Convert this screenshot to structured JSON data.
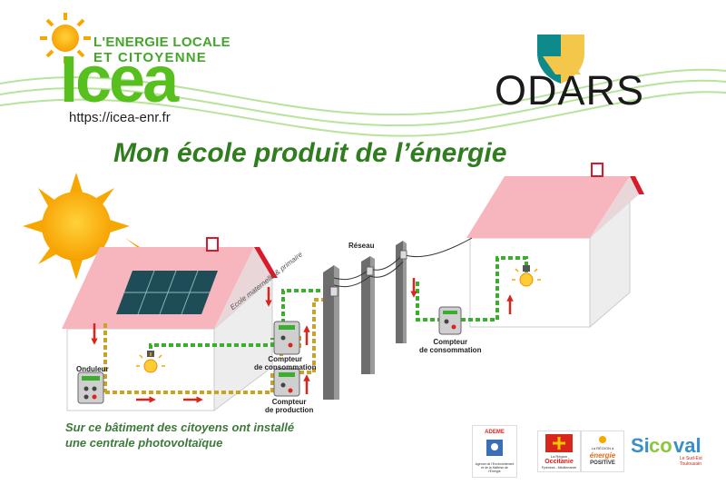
{
  "header": {
    "tagline_line1": "L'ENERGIE LOCALE",
    "tagline_line2": "ET CITOYENNE",
    "brand": "Icea",
    "url": "https://icea-enr.fr",
    "partner": "ODARS"
  },
  "title": "Mon école produit de l’énergie",
  "school_sign": "Ecole maternelle & primaire",
  "labels": {
    "inverter": "Onduleur",
    "school_consumption_meter": [
      "Compteur",
      "de consommation"
    ],
    "production_meter": [
      "Compteur",
      "de production"
    ],
    "grid": "Réseau",
    "house_consumption_meter": [
      "Compteur",
      "de consommation"
    ]
  },
  "caption": {
    "line1": "Sur ce bâtiment des citoyens ont installé",
    "line2": "une centrale photovoltaïque"
  },
  "footer_logos": {
    "ademe": "ADEME",
    "ademe_sub": "Agence de l'Environnement et de la Maîtrise de l'Énergie",
    "region": "Occitanie",
    "region_small": "La Région",
    "region_sub": "Pyrénées - Méditerranée",
    "energy_small": "La RÉGION à",
    "energy_word": "énergie",
    "energy_positive": "POSITIVE",
    "sicoval_prefix": "Si",
    "sicoval_mid": "co",
    "sicoval_suffix": "val",
    "sicoval_sub1": "Le Sud-Est",
    "sicoval_sub2": "Toulousain"
  },
  "colors": {
    "brand_green": "#57bf1e",
    "title_green": "#2f7d1e",
    "sun_orange": "#f7a800",
    "roof_pink": "#f7b6bd",
    "roof_red": "#d91a2a",
    "production_wire": "#c9a227",
    "consumption_wire": "#3cae2e",
    "arrow_red": "#d9251c"
  },
  "icons": [
    "sun-icon",
    "lightbulb-icon",
    "arrow-icon",
    "meter-icon",
    "inverter-icon",
    "solar-panel-icon",
    "utility-pole-icon"
  ]
}
